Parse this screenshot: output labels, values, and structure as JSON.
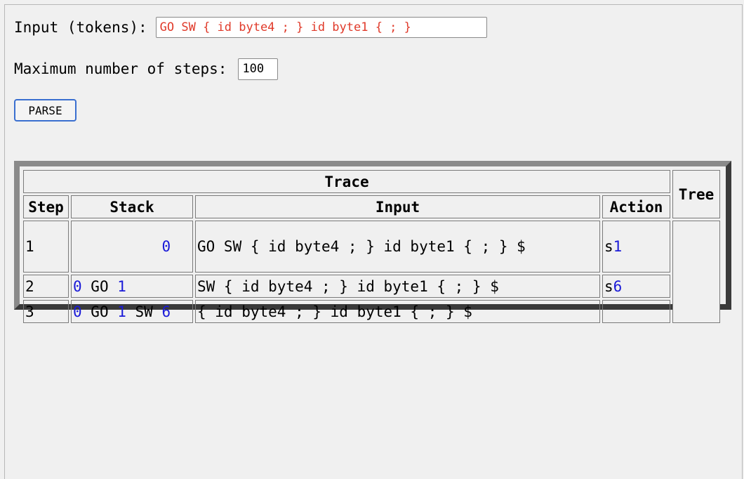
{
  "form": {
    "tokens_label": "Input (tokens):",
    "tokens_value": "GO SW { id byte4 ; } id byte1 { ; }",
    "steps_label": "Maximum number of steps:",
    "steps_value": "100",
    "parse_label": "PARSE"
  },
  "table": {
    "title": "Trace",
    "tree_header": "Tree",
    "headers": {
      "step": "Step",
      "stack": "Stack",
      "input": "Input",
      "action": "Action"
    },
    "rows": [
      {
        "step": "1",
        "stack": [
          {
            "text": "0",
            "kind": "state"
          }
        ],
        "input": "GO SW { id byte4 ; } id byte1 { ; } $",
        "action_prefix": "s",
        "action_num": "1"
      },
      {
        "step": "2",
        "stack": [
          {
            "text": "0",
            "kind": "state"
          },
          {
            "text": " GO ",
            "kind": "symbol"
          },
          {
            "text": "1",
            "kind": "state"
          }
        ],
        "input": "SW { id byte4 ; } id byte1 { ; } $",
        "action_prefix": "s",
        "action_num": "6"
      },
      {
        "step": "3",
        "stack": [
          {
            "text": "0",
            "kind": "state"
          },
          {
            "text": " GO ",
            "kind": "symbol"
          },
          {
            "text": "1",
            "kind": "state"
          },
          {
            "text": " SW ",
            "kind": "symbol"
          },
          {
            "text": "6",
            "kind": "state"
          }
        ],
        "input": "{ id byte4 ; } id byte1 { ; } $",
        "action_prefix": "",
        "action_num": ""
      }
    ]
  },
  "colors": {
    "token_text": "#e03a2a",
    "state_number": "#1a1ad8",
    "button_border": "#3a6fd0"
  }
}
